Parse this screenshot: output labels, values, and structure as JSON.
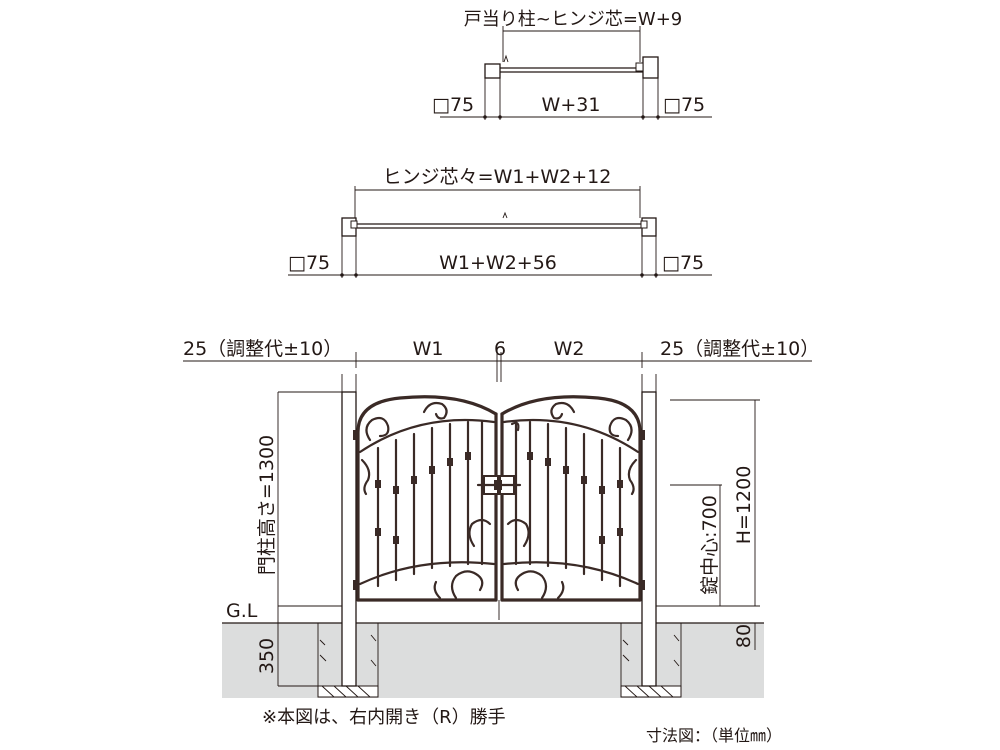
{
  "top_plan": {
    "dim_top": "戸当り柱~ヒンジ芯=W+9",
    "dim_left": "□75",
    "dim_mid": "W+31",
    "dim_right": "□75"
  },
  "mid_plan": {
    "dim_top": "ヒンジ芯々=W1+W2+12",
    "dim_left": "□75",
    "dim_mid": "W1+W2+56",
    "dim_right": "□75"
  },
  "elevation": {
    "left_adjust": "25（調整代±10）",
    "right_adjust": "25（調整代±10）",
    "w1": "W1",
    "gap": "6",
    "w2": "W2",
    "post_height": "門柱高さ=1300",
    "gl": "G.L",
    "foundation": "350",
    "lock_center": "錠中心:700",
    "height": "H=1200",
    "clearance": "80"
  },
  "notes": {
    "handing": "※本図は、右内開き（R）勝手",
    "unit": "寸法図：（単位㎜）"
  }
}
